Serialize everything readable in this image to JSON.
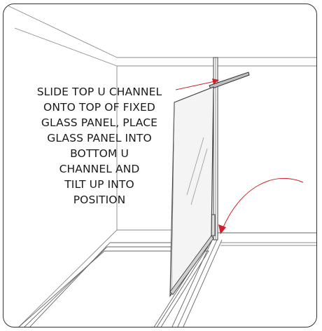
{
  "instruction": {
    "lines": [
      "SLIDE TOP U CHANNEL",
      "ONTO TOP OF FIXED",
      "GLASS PANEL, PLACE",
      "GLASS PANEL INTO",
      "BOTTOM U",
      "CHANNEL AND",
      "TILT UP INTO",
      "POSITION"
    ]
  },
  "colors": {
    "line": "#555555",
    "arrow": "#d0202a",
    "glass": "#f4f4f4"
  }
}
